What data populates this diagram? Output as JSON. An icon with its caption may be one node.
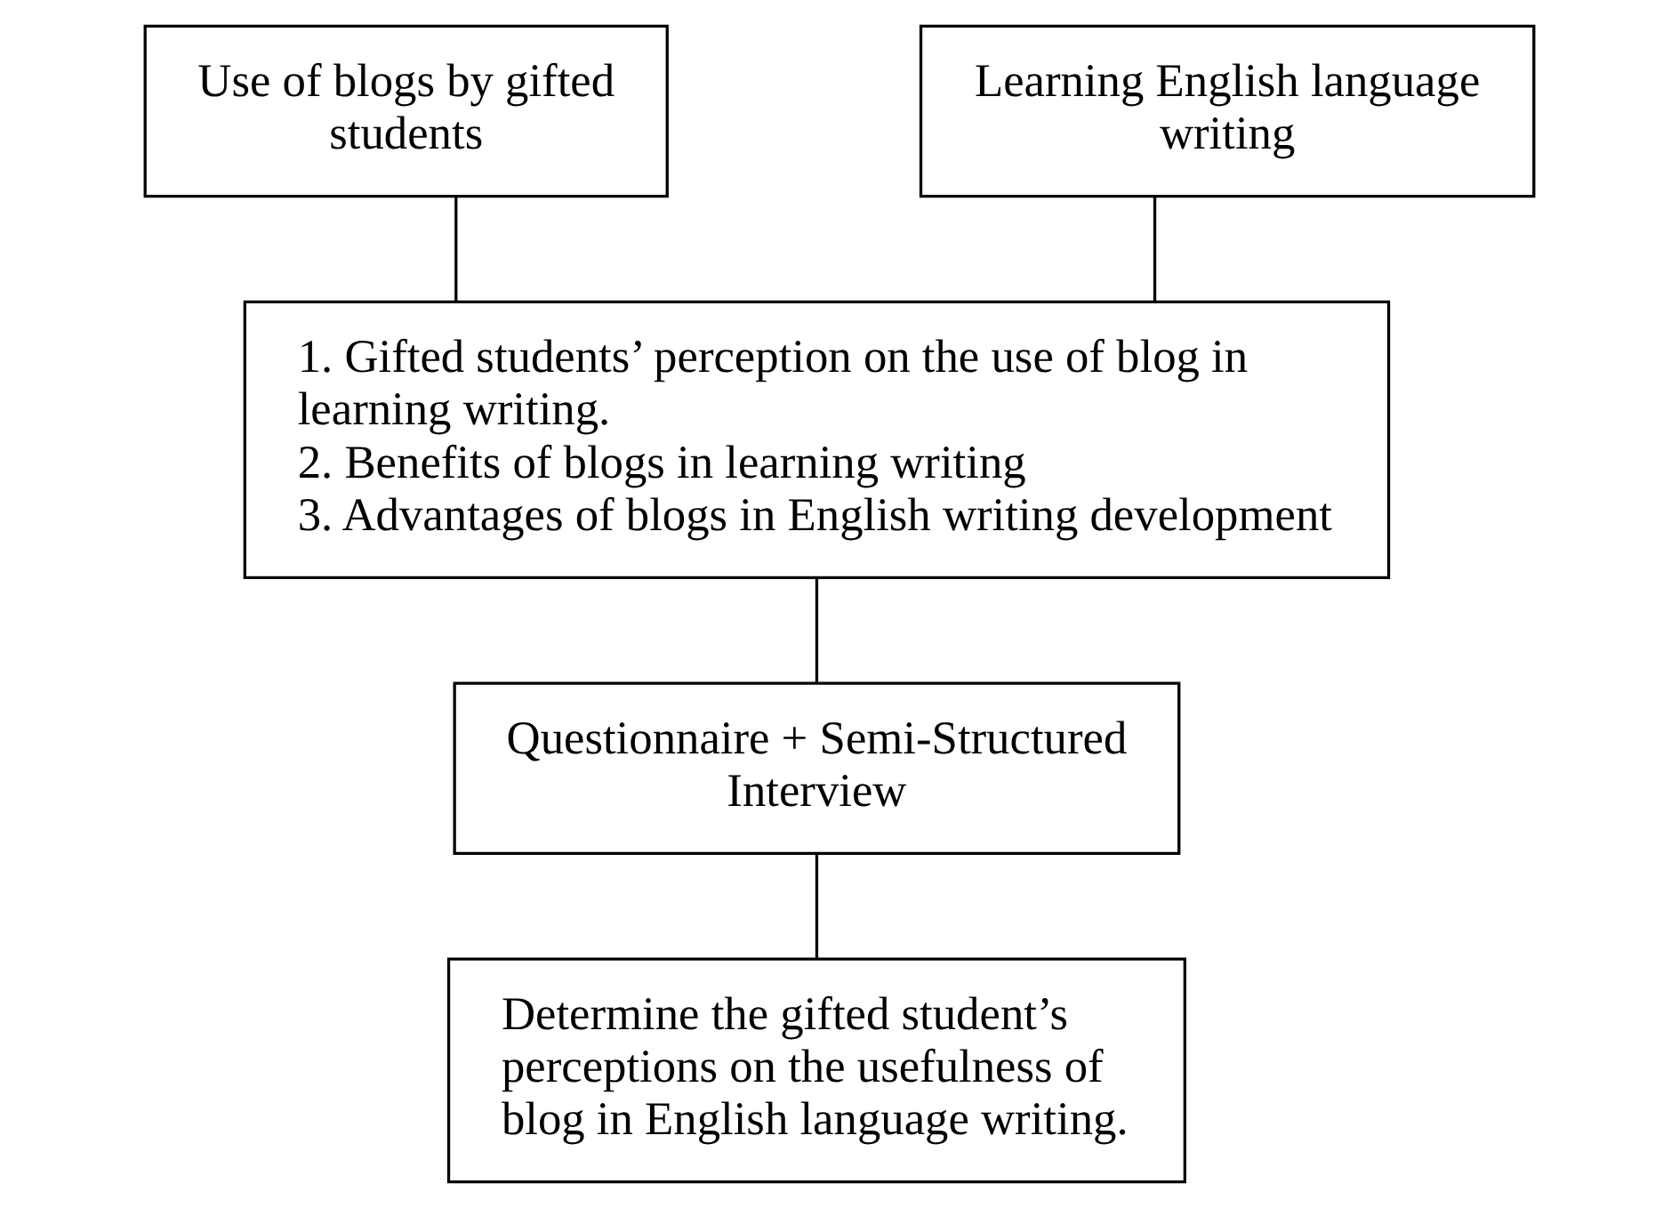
{
  "diagram": {
    "nodes": [
      {
        "text": [
          "Use of blogs by gifted students"
        ]
      },
      {
        "text": [
          "Learning English language writing"
        ]
      },
      {
        "text": [
          "1. Gifted students’ perception on the use of blog in learning writing.",
          "2. Benefits of blogs in learning writing",
          "3. Advantages of blogs in English writing development"
        ]
      },
      {
        "text": [
          "Questionnaire + Semi-Structured Interview"
        ]
      },
      {
        "text": [
          "Determine the gifted student’s perceptions on the usefulness of blog in English language writing."
        ]
      }
    ],
    "edges": [
      {
        "from": 0,
        "to": 2,
        "arrow": "none"
      },
      {
        "from": 1,
        "to": 2,
        "arrow": "none"
      },
      {
        "from": 2,
        "to": 3,
        "arrow": "none"
      },
      {
        "from": 3,
        "to": 4,
        "arrow": "none"
      }
    ]
  }
}
